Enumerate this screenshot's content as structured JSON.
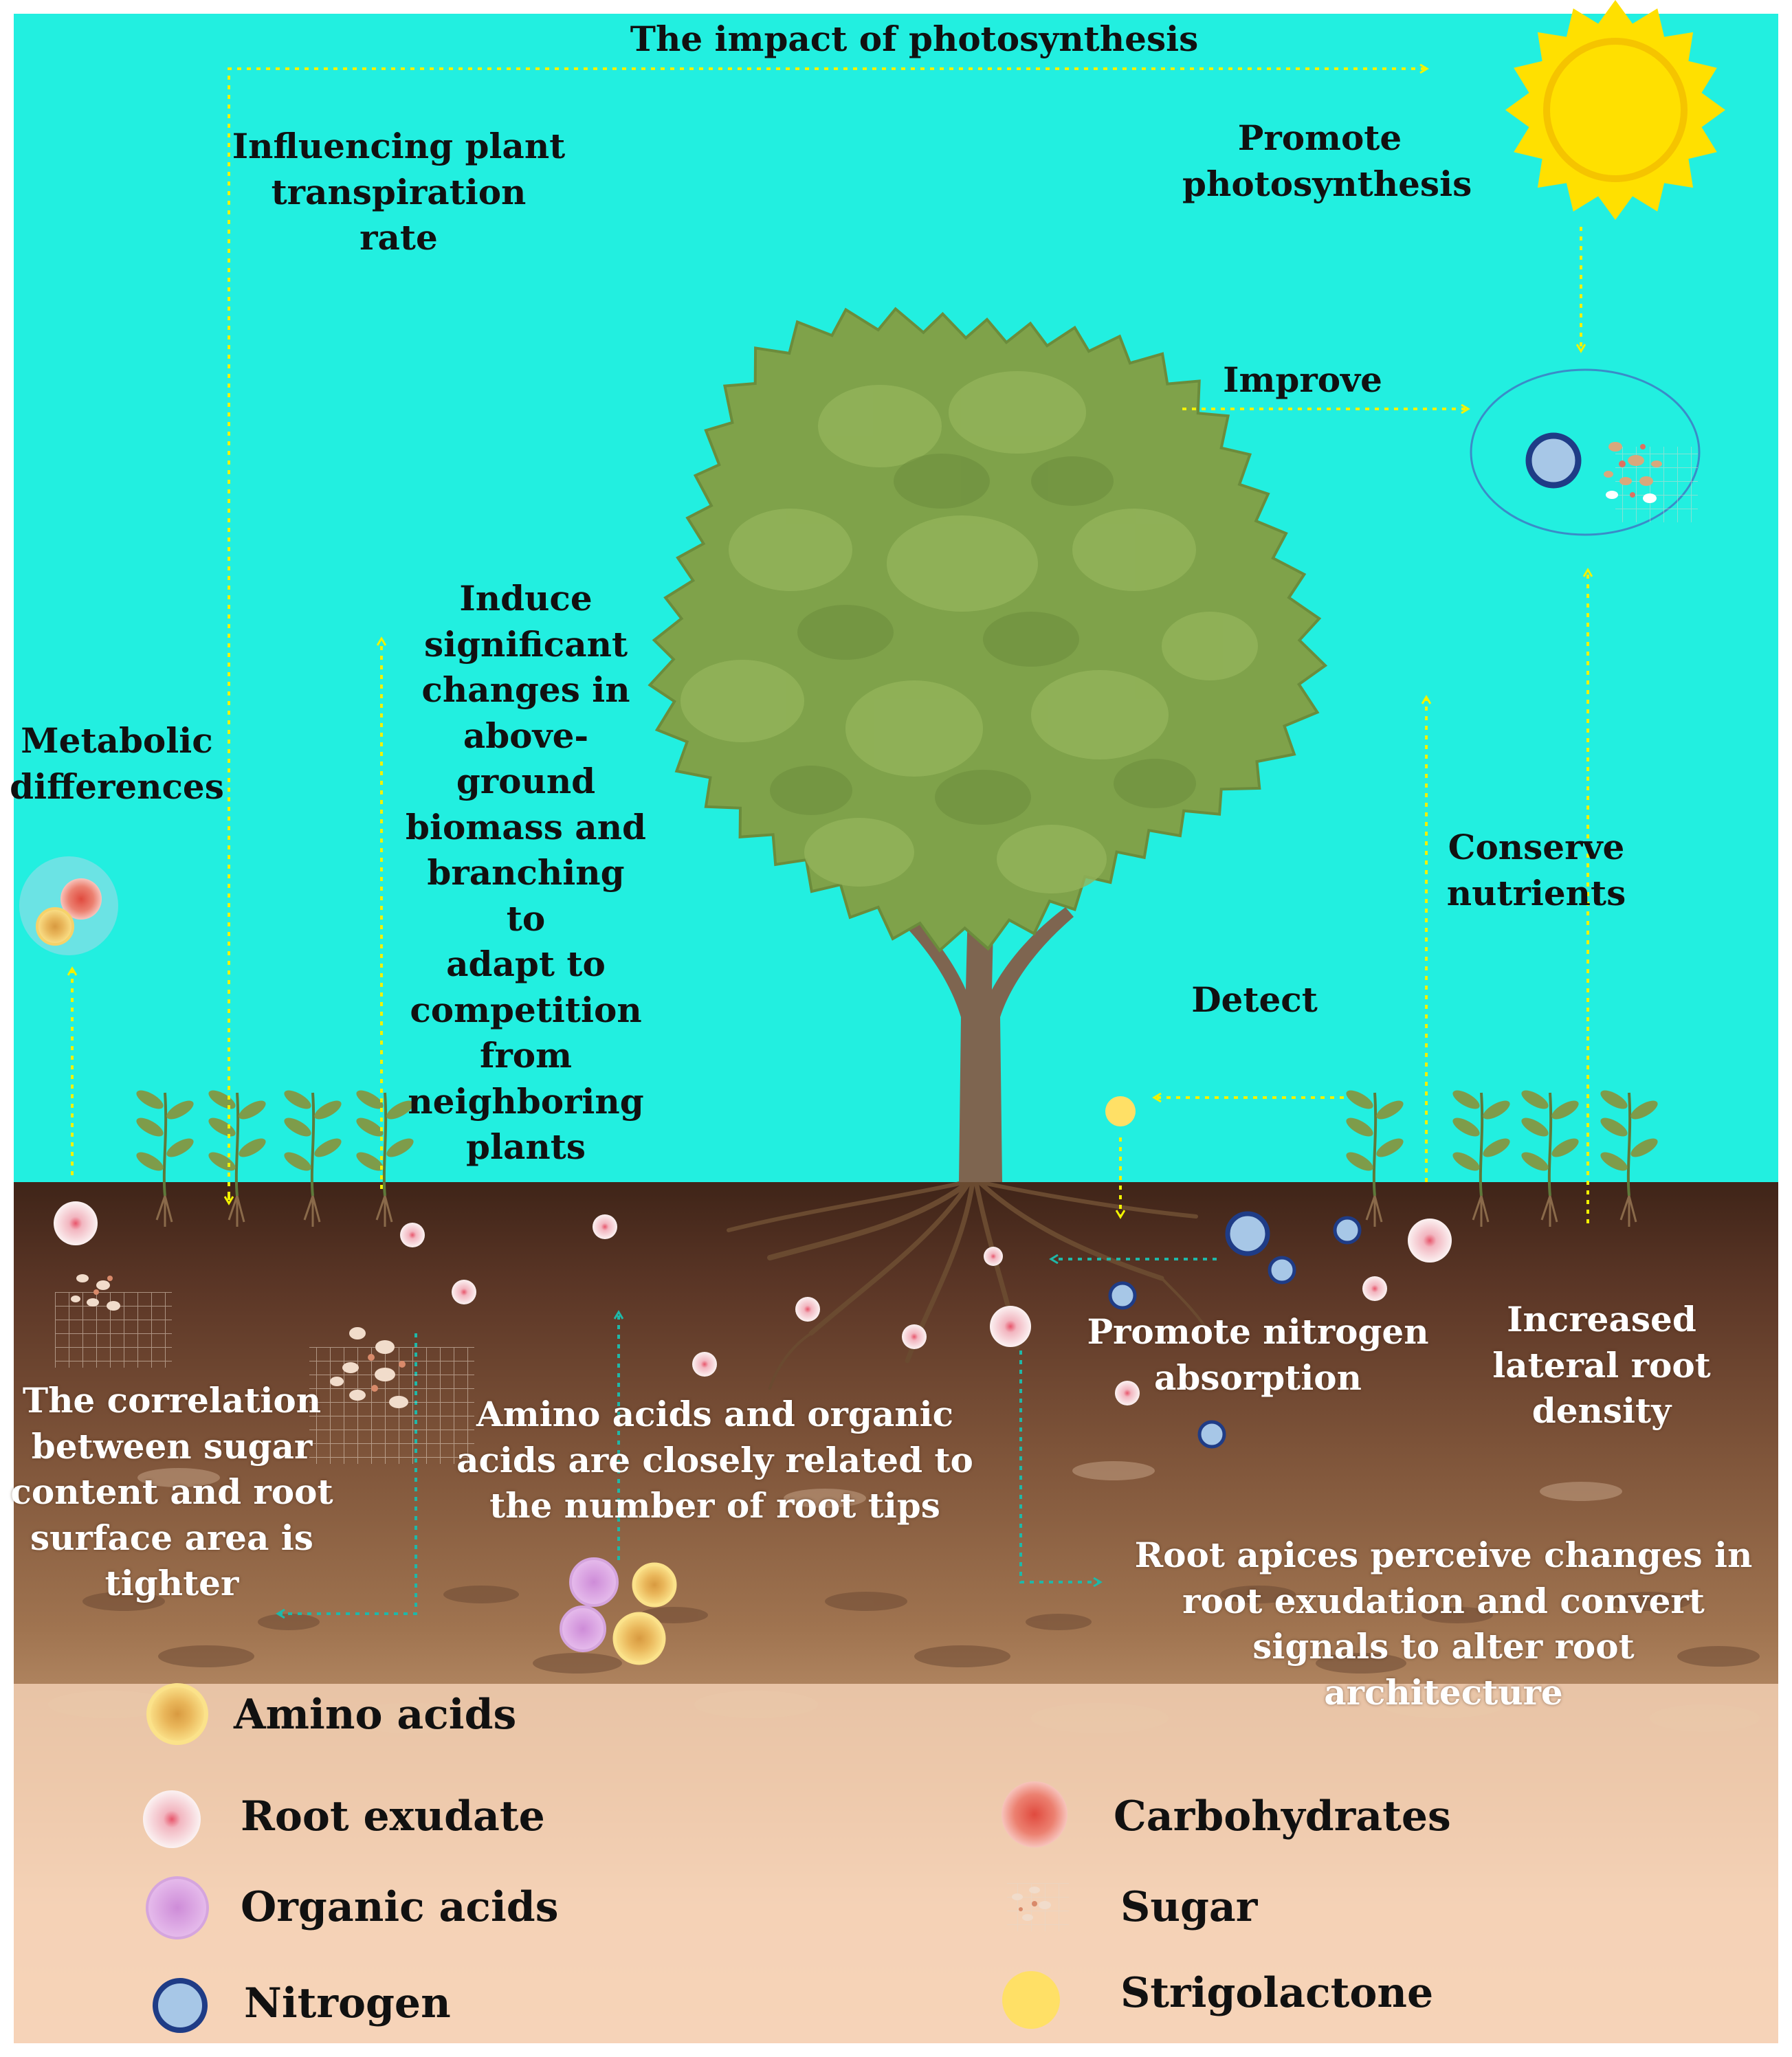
{
  "colors": {
    "sky": "#22EFE0",
    "soil_top": "#4A2C20",
    "soil_mid": "#7A5038",
    "soil_low": "#B98C68",
    "sand": "#F6D3B8",
    "arrow_yellow": "#F2F200",
    "arrow_teal": "#1FB8A8",
    "sun": "#FFE000",
    "tree_foliage": "#7FA24A",
    "tree_trunk": "#7E6550",
    "amino": "#F6D26A",
    "organic": "#D9A6E0",
    "nitrogen_ring": "#1F3C86",
    "carbohydrate": "#E86A5E",
    "strigolactone": "#FFE066"
  },
  "labels": {
    "photosynthesis_impact": "The impact of photosynthesis",
    "transpiration": "Influencing plant\ntranspiration\nrate",
    "promote_photosynthesis": "Promote\nphotosynthesis",
    "improve": "Improve",
    "metabolic": "Metabolic\ndifferences",
    "induce": "Induce\nsignificant\nchanges in\nabove-\nground\nbiomass and\nbranching to\nadapt to\ncompetition\nfrom\nneighboring\nplants",
    "conserve": "Conserve\nnutrients",
    "detect": "Detect",
    "nitrogen_absorption": "Promote nitrogen\nabsorption",
    "lateral_root": "Increased\nlateral root\ndensity",
    "sugar_correlation": "The correlation\nbetween sugar\ncontent and root\nsurface area is\ntighter",
    "amino_organic": "Amino acids and organic\nacids are closely related to\nthe number of root tips",
    "root_apices": "Root apices perceive changes in\nroot exudation and convert\nsignals to alter root architecture"
  },
  "legend": {
    "amino_acids": "Amino acids",
    "root_exudate": "Root exudate",
    "organic_acids": "Organic acids",
    "nitrogen": "Nitrogen",
    "carbohydrates": "Carbohydrates",
    "sugar": "Sugar",
    "strigolactone": "Strigolactone"
  }
}
